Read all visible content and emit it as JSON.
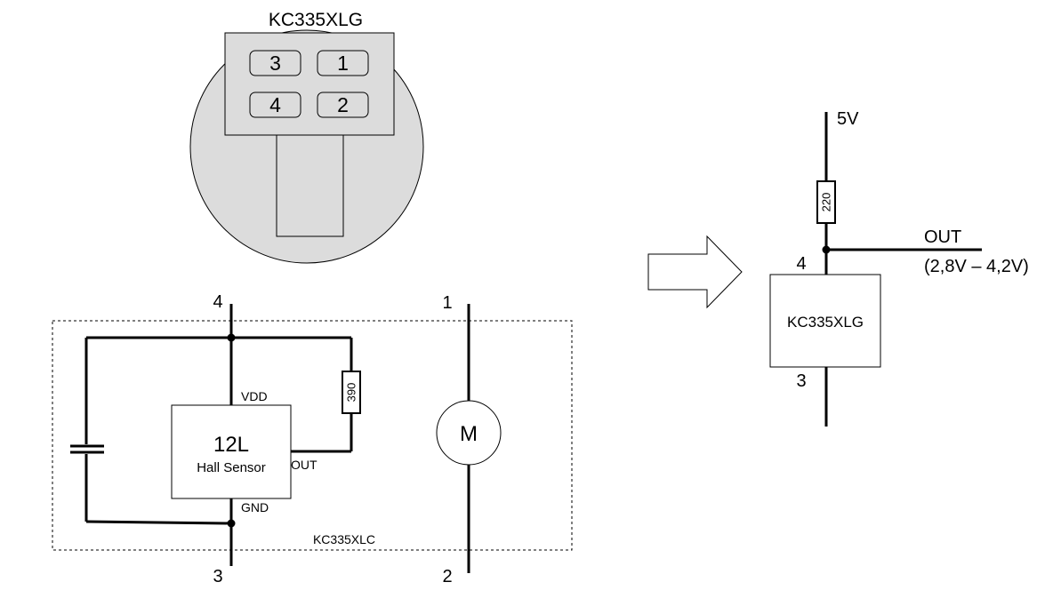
{
  "package": {
    "title": "KC335XLG",
    "pins": [
      "3",
      "1",
      "4",
      "2"
    ],
    "body_color": "#dcdcdc"
  },
  "internal": {
    "pin_top_left": "4",
    "pin_bottom_left": "3",
    "pin_top_right": "1",
    "pin_bottom_right": "2",
    "sensor_name": "12L",
    "sensor_desc": "Hall Sensor",
    "vdd": "VDD",
    "gnd": "GND",
    "out": "OUT",
    "resistor": "390",
    "magnet": "M",
    "module_label": "KC335XLC"
  },
  "arrow": {
    "icon": "right-arrow-icon"
  },
  "application": {
    "supply": "5V",
    "resistor": "220",
    "out_label": "OUT",
    "out_range": "(2,8V – 4,2V)",
    "pin_top": "4",
    "pin_bottom": "3",
    "block_label": "KC335XLG"
  }
}
